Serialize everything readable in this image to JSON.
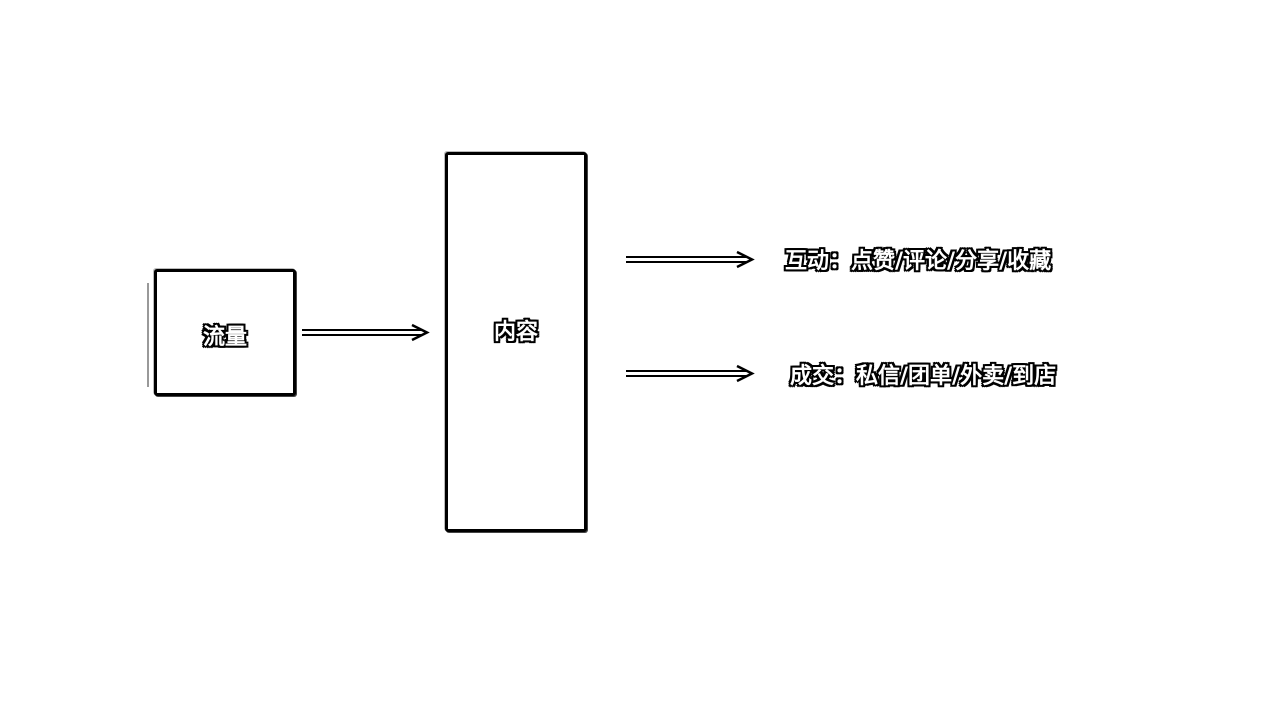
{
  "diagram": {
    "nodes": {
      "traffic": {
        "label": "流量"
      },
      "content": {
        "label": "内容"
      }
    },
    "outcomes": {
      "interaction": {
        "label": "互动：点赞/评论/分享/收藏"
      },
      "deal": {
        "label": "成交：私信/团单/外卖/到店"
      }
    },
    "edges": [
      {
        "from": "流量",
        "to": "内容"
      },
      {
        "from": "内容",
        "to": "互动：点赞/评论/分享/收藏"
      },
      {
        "from": "内容",
        "to": "成交：私信/团单/外卖/到店"
      }
    ]
  }
}
